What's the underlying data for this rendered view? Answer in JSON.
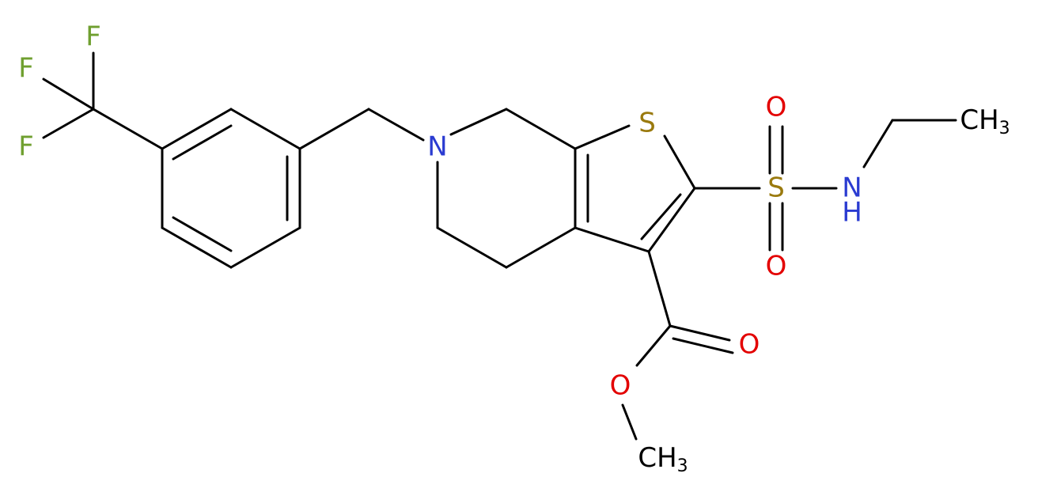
{
  "molecule": {
    "atoms": {
      "F1": {
        "text": "F",
        "color": "#6f9f2f"
      },
      "F2": {
        "text": "F",
        "color": "#6f9f2f"
      },
      "F3": {
        "text": "F",
        "color": "#6f9f2f"
      },
      "N_ring": {
        "text": "N",
        "color": "#2a3bd1"
      },
      "S_ring": {
        "text": "S",
        "color": "#9a7a0e"
      },
      "S_sulf": {
        "text": "S",
        "color": "#9a7a0e"
      },
      "O_up": {
        "text": "O",
        "color": "#e30000"
      },
      "O_down": {
        "text": "O",
        "color": "#e30000"
      },
      "NH": {
        "text": "N",
        "color": "#2a3bd1"
      },
      "NH_h": {
        "text": "H",
        "color": "#2a3bd1"
      },
      "CH3_top": {
        "text": "CH",
        "sub": "3",
        "color": "#000000"
      },
      "O_carbonyl": {
        "text": "O",
        "color": "#e30000"
      },
      "O_ester": {
        "text": "O",
        "color": "#e30000"
      },
      "CH3_bottom": {
        "text": "CH",
        "sub": "3",
        "color": "#000000"
      }
    }
  }
}
